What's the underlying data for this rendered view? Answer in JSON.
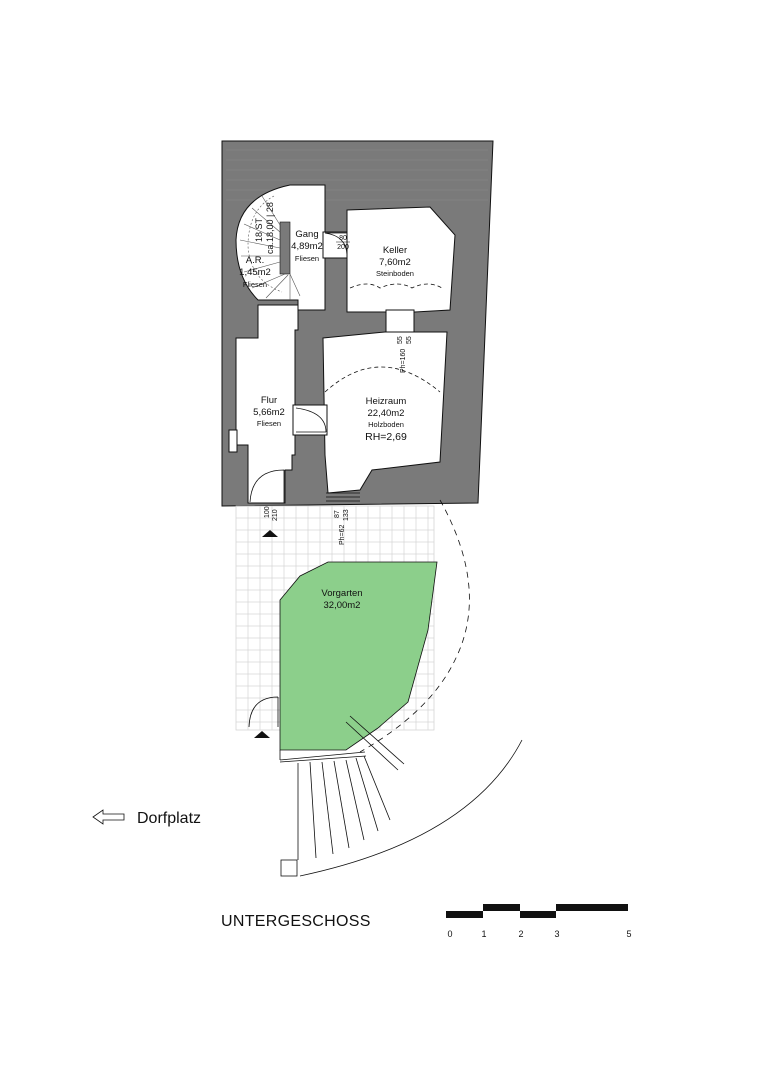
{
  "drawing": {
    "title": "UNTERGESCHOSS",
    "direction_label": "Dorfplatz",
    "colors": {
      "wall": "#7a7a7a",
      "garden": "#8ccf8b",
      "grid": "#d6d6d6",
      "line": "#111111"
    }
  },
  "rooms": {
    "gang": {
      "name": "Gang",
      "area": "4,89m2",
      "floor": "Fliesen"
    },
    "keller": {
      "name": "Keller",
      "area": "7,60m2",
      "floor": "Steinboden"
    },
    "ar": {
      "name": "A.R.",
      "area": "1,45m2",
      "floor": "Fliesen"
    },
    "flur": {
      "name": "Flur",
      "area": "5,66m2",
      "floor": "Fliesen"
    },
    "heizraum": {
      "name": "Heizraum",
      "area": "22,40m2",
      "floor": "Holzboden",
      "rh": "RH=2,69"
    },
    "vorgarten": {
      "name": "Vorgarten",
      "area": "32,00m2"
    }
  },
  "stair": {
    "steps": "18 ST",
    "dims": "ca.18,00 | 28"
  },
  "dimensions": {
    "gang_door_w": "80",
    "gang_door_h": "200",
    "keller_opening_1": "55",
    "keller_opening_2": "55",
    "keller_ph": "Ph=160",
    "entry_door_w": "100",
    "entry_door_h": "210",
    "window_w": "87",
    "window_h": "133",
    "window_ph": "Ph=62"
  },
  "scale_bar": {
    "ticks": [
      "0",
      "1",
      "2",
      "3",
      "5"
    ]
  }
}
